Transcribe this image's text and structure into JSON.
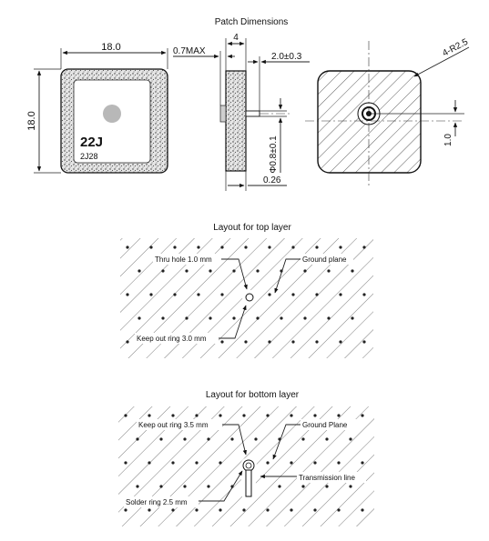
{
  "patch": {
    "title": "Patch Dimensions",
    "width_label": "18.0",
    "height_label": "18.0",
    "marking_main": "22J",
    "marking_sub": "2J28",
    "thickness_label": "4",
    "max_label": "0.7MAX",
    "pin_length_label": "2.0±0.3",
    "pin_dia_label": "Φ0.8±0.1",
    "pin_offset_label": "0.26",
    "radius_label": "4-R2.5",
    "feed_offset_label": "1.0"
  },
  "top_layer": {
    "title": "Layout for top layer",
    "thru_hole_label": "Thru hole 1.0 mm",
    "ground_plane_label": "Ground plane",
    "keepout_label": "Keep out ring 3.0 mm"
  },
  "bottom_layer": {
    "title": "Layout for bottom layer",
    "keepout_label": "Keep out ring 3.5 mm",
    "ground_plane_label": "Ground Plane",
    "transmission_label": "Transmission line",
    "solder_label": "Solder ring 2.5 mm"
  },
  "colors": {
    "line": "#111111",
    "patch_circle": "#b8b8b8",
    "background": "#ffffff"
  }
}
